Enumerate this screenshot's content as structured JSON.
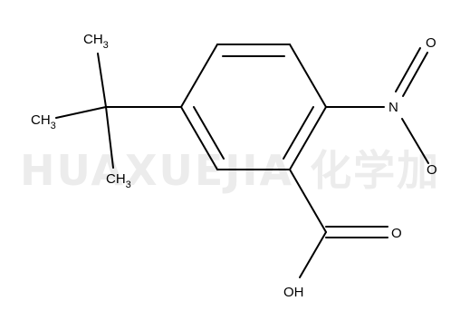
{
  "molecule": {
    "watermark": "HUAXUEJIA 化学加",
    "atoms": {
      "ch3_top": {
        "main": "CH",
        "sub": "3"
      },
      "ch3_left": {
        "main": "CH",
        "sub": "3"
      },
      "ch3_bottom": {
        "main": "CH",
        "sub": "3"
      },
      "nitro_n": {
        "main": "N"
      },
      "nitro_o_top": {
        "main": "O"
      },
      "nitro_o_bottom": {
        "main": "O"
      },
      "carbonyl_o": {
        "main": "O"
      },
      "hydroxyl": {
        "main": "OH"
      }
    },
    "colors": {
      "bond": "#000000",
      "watermark": "#ececec"
    }
  }
}
